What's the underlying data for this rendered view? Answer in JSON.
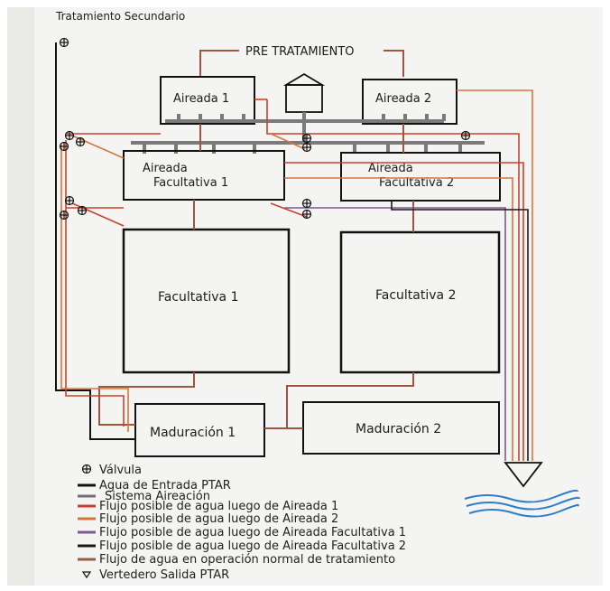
{
  "title": "Tratamiento Secundario",
  "labels": {
    "pretratamiento": "PRE TRATAMIENTO",
    "aireada1": "Aireada 1",
    "aireada2": "Aireada 2",
    "aireada_fac1_line1": "Aireada",
    "aireada_fac1_line2": "Facultativa 1",
    "aireada_fac2_line1": "Aireada",
    "aireada_fac2_line2": "Facultativa 2",
    "facultativa1": "Facultativa 1",
    "facultativa2": "Facultativa 2",
    "maduracion1": "Maduración 1",
    "maduracion2": "Maduración 2"
  },
  "legend": {
    "items": [
      {
        "symbol": "valve",
        "text": "Válvula"
      },
      {
        "symbol": "line",
        "color": "#111111",
        "text": "Agua de Entrada PTAR"
      },
      {
        "symbol": "line",
        "color": "#6f6f6f",
        "text": "Sistema Aireación"
      },
      {
        "symbol": "line",
        "color": "#c8412f",
        "text": "Flujo posible de agua luego de Aireada 1"
      },
      {
        "symbol": "line",
        "color": "#d9743a",
        "text": "Flujo posible de agua luego de Aireada 2"
      },
      {
        "symbol": "line",
        "color": "#7a5a8c",
        "text": "Flujo posible de agua luego de Aireada Facultativa 1"
      },
      {
        "symbol": "line",
        "color": "#1a1a1a",
        "text": "Flujo posible de agua luego de Aireada Facultativa 2"
      },
      {
        "symbol": "line",
        "color": "#9c5a40",
        "text": "Flujo de agua en operación normal de tratamiento"
      },
      {
        "symbol": "triangle",
        "text": "Vertedero Salida PTAR"
      }
    ]
  },
  "colors": {
    "box_stroke": "#111111",
    "aeration": "#777777",
    "normal_flow": "#a0563e",
    "flow_a1": "#c8412f",
    "flow_a2": "#d9743a",
    "river": "#2d7fc9"
  }
}
